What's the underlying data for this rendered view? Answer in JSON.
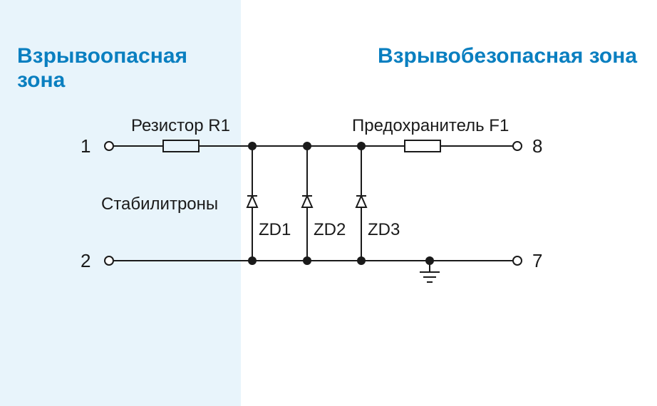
{
  "zones": {
    "hazardous": {
      "title": "Взрывоопасная зона",
      "background": "#e8f4fb"
    },
    "safe": {
      "title": "Взрывобезопасная зона"
    },
    "title_color": "#0a7fc0"
  },
  "components": {
    "resistor_label": "Резистор R1",
    "fuse_label": "Предохранитель F1",
    "zener_group_label": "Стабилитроны",
    "zeners": [
      "ZD1",
      "ZD2",
      "ZD3"
    ]
  },
  "terminals": {
    "t1": "1",
    "t2": "2",
    "t8": "8",
    "t7": "7"
  }
}
